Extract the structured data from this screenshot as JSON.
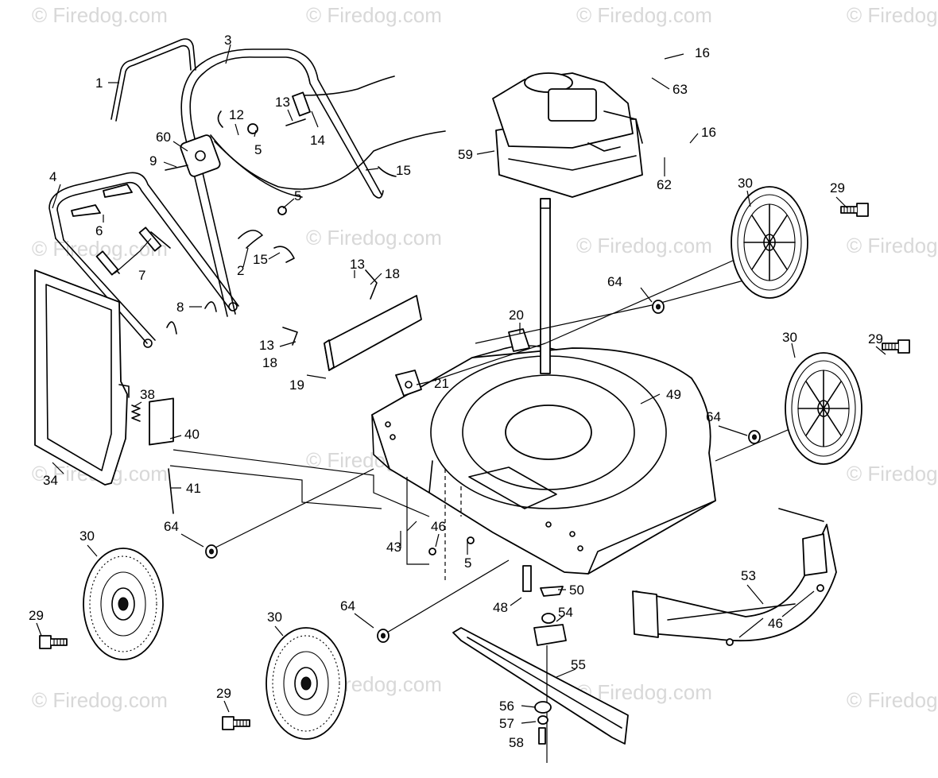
{
  "watermark": "© Firedog.com",
  "callouts": {
    "c1": "1",
    "c2": "2",
    "c3": "3",
    "c4": "4",
    "c5a": "5",
    "c5b": "5",
    "c5c": "5",
    "c6": "6",
    "c7": "7",
    "c8": "8",
    "c9": "9",
    "c12": "12",
    "c13a": "13",
    "c13b": "13",
    "c13c": "13",
    "c14": "14",
    "c15a": "15",
    "c15b": "15",
    "c16a": "16",
    "c16b": "16",
    "c18a": "18",
    "c18b": "18",
    "c19": "19",
    "c20": "20",
    "c21": "21",
    "c29a": "29",
    "c29b": "29",
    "c29c": "29",
    "c29d": "29",
    "c30a": "30",
    "c30b": "30",
    "c30c": "30",
    "c30d": "30",
    "c34": "34",
    "c38": "38",
    "c40": "40",
    "c41": "41",
    "c43": "43",
    "c46a": "46",
    "c46b": "46",
    "c48": "48",
    "c49": "49",
    "c50": "50",
    "c53": "53",
    "c54": "54",
    "c55": "55",
    "c56": "56",
    "c57": "57",
    "c58": "58",
    "c59": "59",
    "c60": "60",
    "c62": "62",
    "c63": "63",
    "c64a": "64",
    "c64b": "64",
    "c64c": "64",
    "c64d": "64"
  }
}
